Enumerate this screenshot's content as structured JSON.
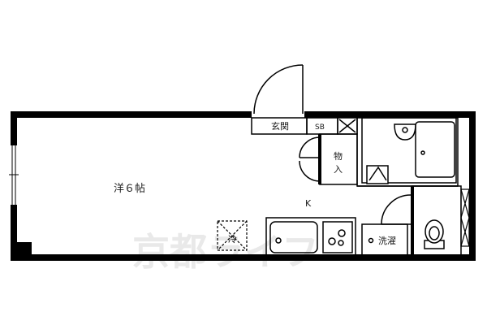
{
  "floorplan": {
    "rooms": {
      "western_room": "洋６帖",
      "kitchen": "K",
      "entrance": "玄関",
      "shoe_box": "SB",
      "closet_line1": "物",
      "closet_line2": "入",
      "laundry": "洗濯",
      "fridge": "冷"
    },
    "watermark": "京都ライフ"
  }
}
